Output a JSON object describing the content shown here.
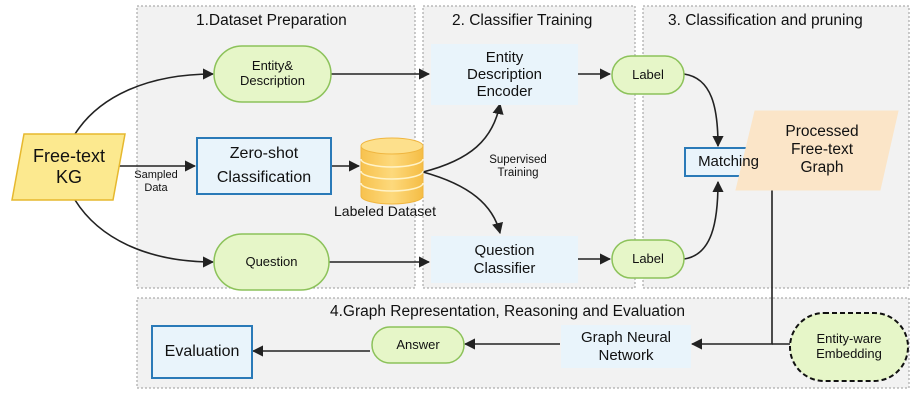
{
  "sections": {
    "s1": "1.Dataset Preparation",
    "s2": "2. Classifier Training",
    "s3": "3. Classification and pruning",
    "s4": "4.Graph Representation, Reasoning and Evaluation"
  },
  "nodes": {
    "freetext_line1": "Free-text",
    "freetext_line2": "KG",
    "entity_desc_line1": "Entity&",
    "entity_desc_line2": "Description",
    "zeroshot_line1": "Zero-shot",
    "zeroshot_line2": "Classification",
    "question": "Question",
    "labeled_dataset": "Labeled Dataset",
    "encoder_line1": "Entity",
    "encoder_line2": "Description",
    "encoder_line3": "Encoder",
    "qclassifier_line1": "Question",
    "qclassifier_line2": "Classifier",
    "label_top": "Label",
    "label_bottom": "Label",
    "matching": "Matching",
    "processed_line1": "Processed",
    "processed_line2": "Free-text",
    "processed_line3": "Graph",
    "gnn_line1": "Graph Neural",
    "gnn_line2": "Network",
    "answer": "Answer",
    "evaluation": "Evaluation",
    "embedding_line1": "Entity-ware",
    "embedding_line2": "Embedding"
  },
  "edge_labels": {
    "sampled_line1": "Sampled",
    "sampled_line2": "Data",
    "supervised_line1": "Supervised",
    "supervised_line2": "Training"
  },
  "colors": {
    "green_fill": "#e6f6c8",
    "green_stroke": "#8cc25a",
    "blue_fill": "#e9f4fb",
    "blue_stroke": "#2a7ab8",
    "yellow_fill": "#fce98f",
    "yellow_stroke": "#e6b82e",
    "peach_fill": "#fbe5c8",
    "db_fill": "#fbce6a",
    "region_fill": "#f2f2f2",
    "region_stroke": "#9a9a9a"
  }
}
